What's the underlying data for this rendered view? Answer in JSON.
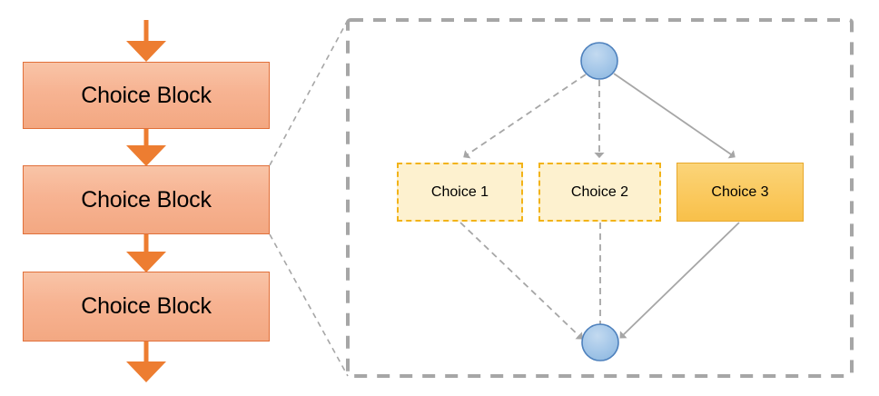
{
  "diagram": {
    "title": "Choice Block expansion diagram",
    "colors": {
      "block_fill": "#F7B392",
      "block_stroke": "#E1703A",
      "arrow_orange": "#ED7D31",
      "choice_dashed_fill": "#FDF1CF",
      "choice_dashed_stroke": "#F2B318",
      "choice_solid_fill": "#FAC95E",
      "choice_solid_stroke": "#E8A82B",
      "node_fill": "#9DC3E6",
      "node_stroke": "#4E81BD",
      "connector_gray": "#A6A6A6",
      "container_dash": "#A6A6A6"
    }
  },
  "flow": {
    "blocks": [
      {
        "label": "Choice Block"
      },
      {
        "label": "Choice Block"
      },
      {
        "label": "Choice Block"
      }
    ],
    "arrows": [
      {
        "name": "inbound-arrow",
        "direction": "down"
      },
      {
        "name": "block1-to-block2-arrow",
        "direction": "down"
      },
      {
        "name": "block2-to-block3-arrow",
        "direction": "down"
      },
      {
        "name": "outbound-arrow",
        "direction": "down"
      }
    ]
  },
  "detail": {
    "container_style": "dashed",
    "entry_node": {
      "shape": "circle",
      "label": ""
    },
    "exit_node": {
      "shape": "circle",
      "label": ""
    },
    "choices": [
      {
        "label": "Choice 1",
        "style": "dashed",
        "state": "inactive"
      },
      {
        "label": "Choice 2",
        "style": "dashed",
        "state": "inactive"
      },
      {
        "label": "Choice 3",
        "style": "solid",
        "state": "selected"
      }
    ],
    "edges": [
      {
        "from": "entry-node",
        "to": "choice-1",
        "style": "dashed"
      },
      {
        "from": "entry-node",
        "to": "choice-2",
        "style": "dashed"
      },
      {
        "from": "entry-node",
        "to": "choice-3",
        "style": "solid"
      },
      {
        "from": "choice-1",
        "to": "exit-node",
        "style": "dashed"
      },
      {
        "from": "choice-2",
        "to": "exit-node",
        "style": "dashed"
      },
      {
        "from": "choice-3",
        "to": "exit-node",
        "style": "solid"
      }
    ],
    "callout_edges": [
      {
        "from": "flow-block-2-top-right",
        "to": "detail-container-top-left",
        "style": "dashed"
      },
      {
        "from": "flow-block-2-bottom-right",
        "to": "detail-container-bottom-left",
        "style": "dashed"
      }
    ]
  }
}
